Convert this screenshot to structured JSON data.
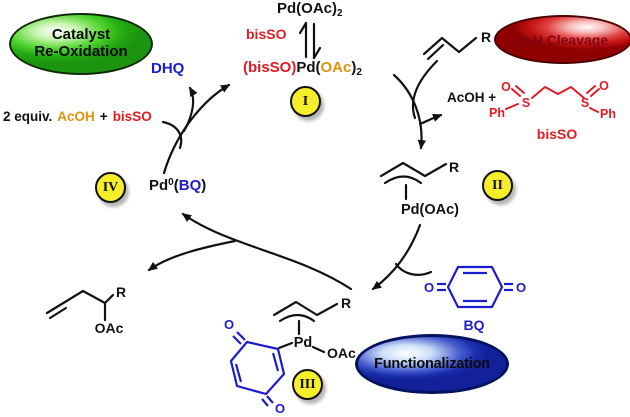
{
  "colors": {
    "red": "#e11b22",
    "orange": "#e0930f",
    "blue": "#1b1bd0",
    "step_yellow": "#f6ee2b",
    "cleavage_text": "#7d0714"
  },
  "ovals": {
    "reoxidation": {
      "line1": "Catalyst",
      "line2": "Re-Oxidation"
    },
    "cleavage": "C-H Cleavage",
    "functionalization": "Functionalization"
  },
  "steps": {
    "i": "I",
    "ii": "II",
    "iii": "III",
    "iv": "IV"
  },
  "top": {
    "pd_oac2": "Pd(OAc)",
    "pd_oac2_sub": "2",
    "bisso": "bisSO",
    "complex": {
      "bisso": "(bisSO)",
      "pd": "Pd(",
      "oac": "OAc",
      "close": ")",
      "sub": "2"
    }
  },
  "left": {
    "dhq": "DHQ",
    "equiv": "2 equiv.",
    "acoh": "AcOH",
    "plus": "+",
    "bisso": "bisSO",
    "pd0": "Pd",
    "pd0_sup": "0",
    "paren_open": "(",
    "bq": "BQ",
    "paren_close": ")"
  },
  "right": {
    "r_olefin": "R",
    "acoh_plus": "AcOH +",
    "bisso_struct": {
      "ph_left": "Ph",
      "o_left": "O",
      "s_left": "S",
      "s_right": "S",
      "o_right": "O",
      "ph_right": "Ph",
      "label": "bisSO"
    },
    "r_allyl": "R",
    "pd_oac": "Pd(OAc)"
  },
  "bottom": {
    "bq": {
      "o_left": "O",
      "o_right": "O",
      "label": "BQ"
    },
    "iii": {
      "r": "R",
      "pd": "Pd",
      "oac": "OAc",
      "o_top": "O",
      "o_bottom": "O"
    },
    "product": {
      "r": "R",
      "oac": "OAc"
    }
  }
}
